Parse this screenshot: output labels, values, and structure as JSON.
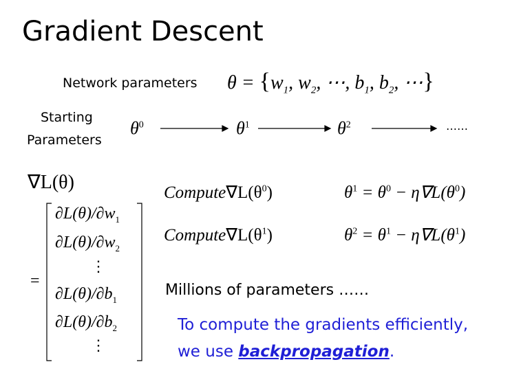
{
  "slide": {
    "title": "Gradient Descent",
    "network_label": "Network parameters",
    "theta_set": {
      "lhs": "θ = ",
      "items": [
        "w",
        "1",
        ", w",
        "2",
        ", ⋯, b",
        "1",
        ", b",
        "2",
        ", ⋯"
      ]
    },
    "starting_line1": "Starting",
    "starting_line2": "Parameters",
    "chain": {
      "t0": "θ",
      "s0": "0",
      "t1": "θ",
      "s1": "1",
      "t2": "θ",
      "s2": "2",
      "ellipsis": "……"
    },
    "grad_label": "∇L(θ)",
    "gradient_vector": {
      "eq": "=",
      "r1": "∂L(θ)/∂w",
      "r1s": "1",
      "r2": "∂L(θ)/∂w",
      "r2s": "2",
      "r3": "⋮",
      "r4": "∂L(θ)/∂b",
      "r4s": "1",
      "r5": "∂L(θ)/∂b",
      "r5s": "2",
      "r6": "⋮"
    },
    "compute1": {
      "word": "Compute",
      "expr": "∇L(θ",
      "sup": "0",
      "close": ")"
    },
    "compute2": {
      "word": "Compute",
      "expr": "∇L(θ",
      "sup": "1",
      "close": ")"
    },
    "update1": {
      "a": "θ",
      "as": "1",
      "b": " = θ",
      "bs": "0",
      "c": " − η∇L(θ",
      "cs": "0",
      "d": ")"
    },
    "update2": {
      "a": "θ",
      "as": "2",
      "b": " = θ",
      "bs": "1",
      "c": " − η∇L(θ",
      "cs": "1",
      "d": ")"
    },
    "millions": "Millions of parameters ……",
    "efficient_line1": "To compute the gradients efficiently,",
    "efficient_line2_prefix": "we use ",
    "efficient_line2_bold": "backpropagation",
    "efficient_line2_suffix": ".",
    "colors": {
      "text": "#000000",
      "accent": "#1f1fd6"
    }
  }
}
